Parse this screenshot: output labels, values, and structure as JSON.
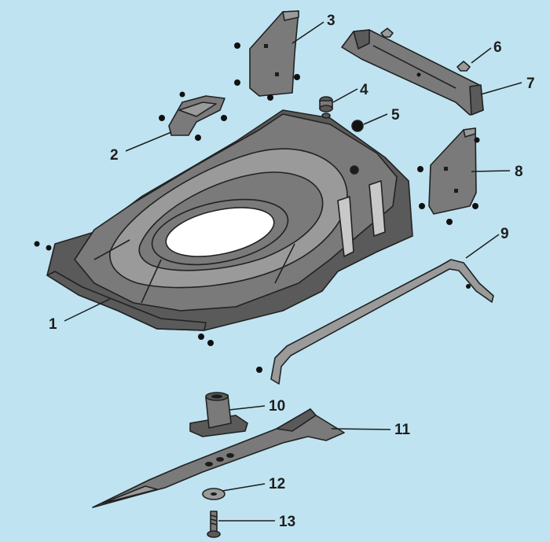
{
  "colors": {
    "background": "#bfe3f1",
    "part_dark": "#5a5a5a",
    "part_mid": "#7a7a7a",
    "part_light": "#9a9a9a",
    "outline": "#222222"
  },
  "callouts": [
    {
      "id": "1",
      "text": "1",
      "part": "deck-housing"
    },
    {
      "id": "2",
      "text": "2",
      "part": "rear-guard-bracket"
    },
    {
      "id": "3",
      "text": "3",
      "part": "left-side-plate"
    },
    {
      "id": "4",
      "text": "4",
      "part": "height-adjuster-nut"
    },
    {
      "id": "5",
      "text": "5",
      "part": "plug-cap"
    },
    {
      "id": "6",
      "text": "6",
      "part": "clip-pin"
    },
    {
      "id": "7",
      "text": "7",
      "part": "rear-flap-bar"
    },
    {
      "id": "8",
      "text": "8",
      "part": "right-side-plate"
    },
    {
      "id": "9",
      "text": "9",
      "part": "axle-rod"
    },
    {
      "id": "10",
      "text": "10",
      "part": "blade-adapter"
    },
    {
      "id": "11",
      "text": "11",
      "part": "cutting-blade"
    },
    {
      "id": "12",
      "text": "12",
      "part": "washer"
    },
    {
      "id": "13",
      "text": "13",
      "part": "blade-bolt"
    }
  ]
}
